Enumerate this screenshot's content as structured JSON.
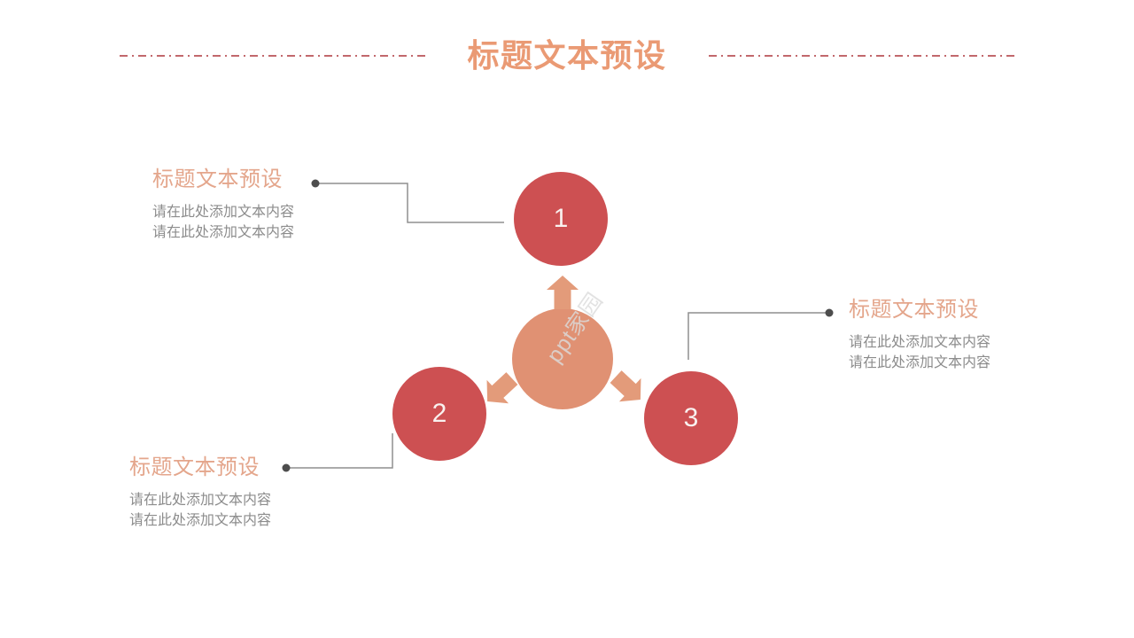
{
  "header": {
    "title": "标题文本预设"
  },
  "watermark": {
    "text": "ppt家园"
  },
  "diagram": {
    "type": "radial-3-node",
    "center_shape": "circle-with-arrows",
    "nodes": [
      {
        "number": "1"
      },
      {
        "number": "2"
      },
      {
        "number": "3"
      }
    ]
  },
  "sections": [
    {
      "title": "标题文本预设",
      "lines": [
        "请在此处添加文本内容",
        "请在此处添加文本内容"
      ],
      "linked_node": "1"
    },
    {
      "title": "标题文本预设",
      "lines": [
        "请在此处添加文本内容",
        "请在此处添加文本内容"
      ],
      "linked_node": "3"
    },
    {
      "title": "标题文本预设",
      "lines": [
        "请在此处添加文本内容",
        "请在此处添加文本内容"
      ],
      "linked_node": "2"
    }
  ],
  "colors": {
    "background": "#ffffff",
    "title": "#ea9a74",
    "dash_line": "#c2686c",
    "node_red": "#cd5052",
    "node_number": "#f9f1ef",
    "center_salmon": "#e09173",
    "arrow_salmon": "#e39b7a",
    "section_title": "#e4a68c",
    "section_body": "#8c8c8c",
    "connector_line": "#8f8f8f",
    "connector_dot": "#4d4d4d",
    "watermark": "#dcdcdc"
  }
}
